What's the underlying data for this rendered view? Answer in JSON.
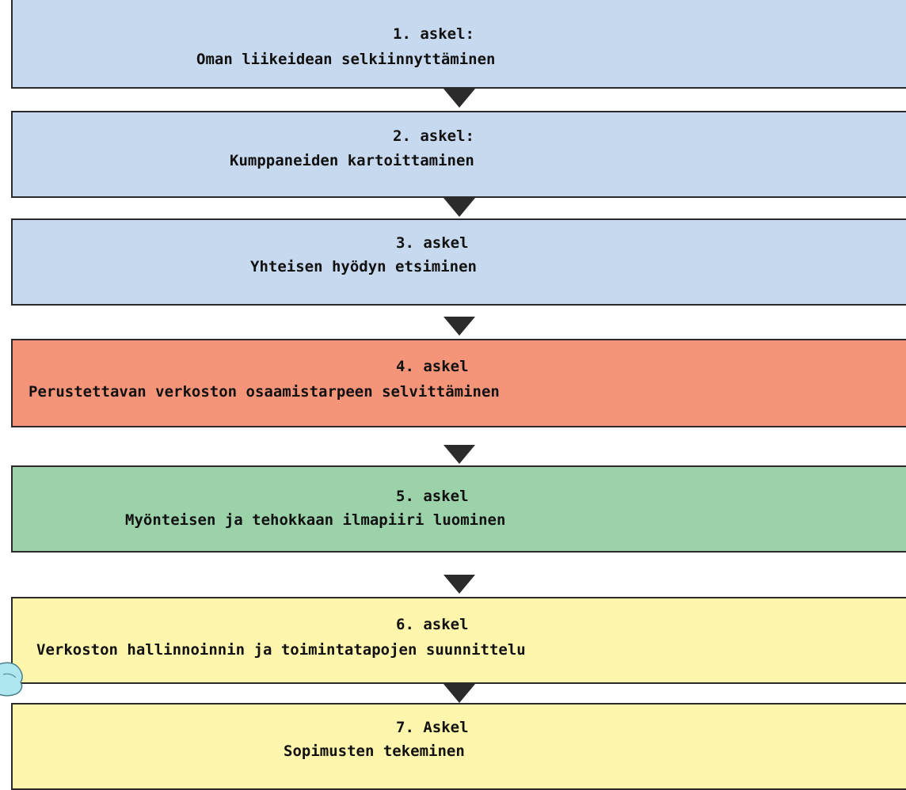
{
  "steps": [
    {
      "title": "1. askel:",
      "text": "Oman liikeidean selkiinnyttäminen",
      "color": "#c6d9ef"
    },
    {
      "title": "2. askel:",
      "text": "Kumppaneiden kartoittaminen",
      "color": "#c6d9ef"
    },
    {
      "title": "3. askel",
      "text": "Yhteisen hyödyn etsiminen",
      "color": "#c6d9ef"
    },
    {
      "title": "4. askel",
      "text": "Perustettavan verkoston osaamistarpeen selvittäminen",
      "color": "#f4957a"
    },
    {
      "title": "5. askel",
      "text": "Myönteisen ja tehokkaan ilmapiiri luominen",
      "color": "#9bd2aa"
    },
    {
      "title": "6. askel",
      "text": "Verkoston hallinnoinnin ja toimintatapojen suunnittelu",
      "color": "#fef6ad"
    },
    {
      "title": "7. Askel",
      "text": "Sopimusten tekeminen",
      "color": "#fef6ad"
    }
  ],
  "colors": {
    "border": "#2a2a2a",
    "arrow": "#2b2b2b",
    "cloud_fill": "#aee7ef",
    "cloud_stroke": "#4a7f8a"
  }
}
